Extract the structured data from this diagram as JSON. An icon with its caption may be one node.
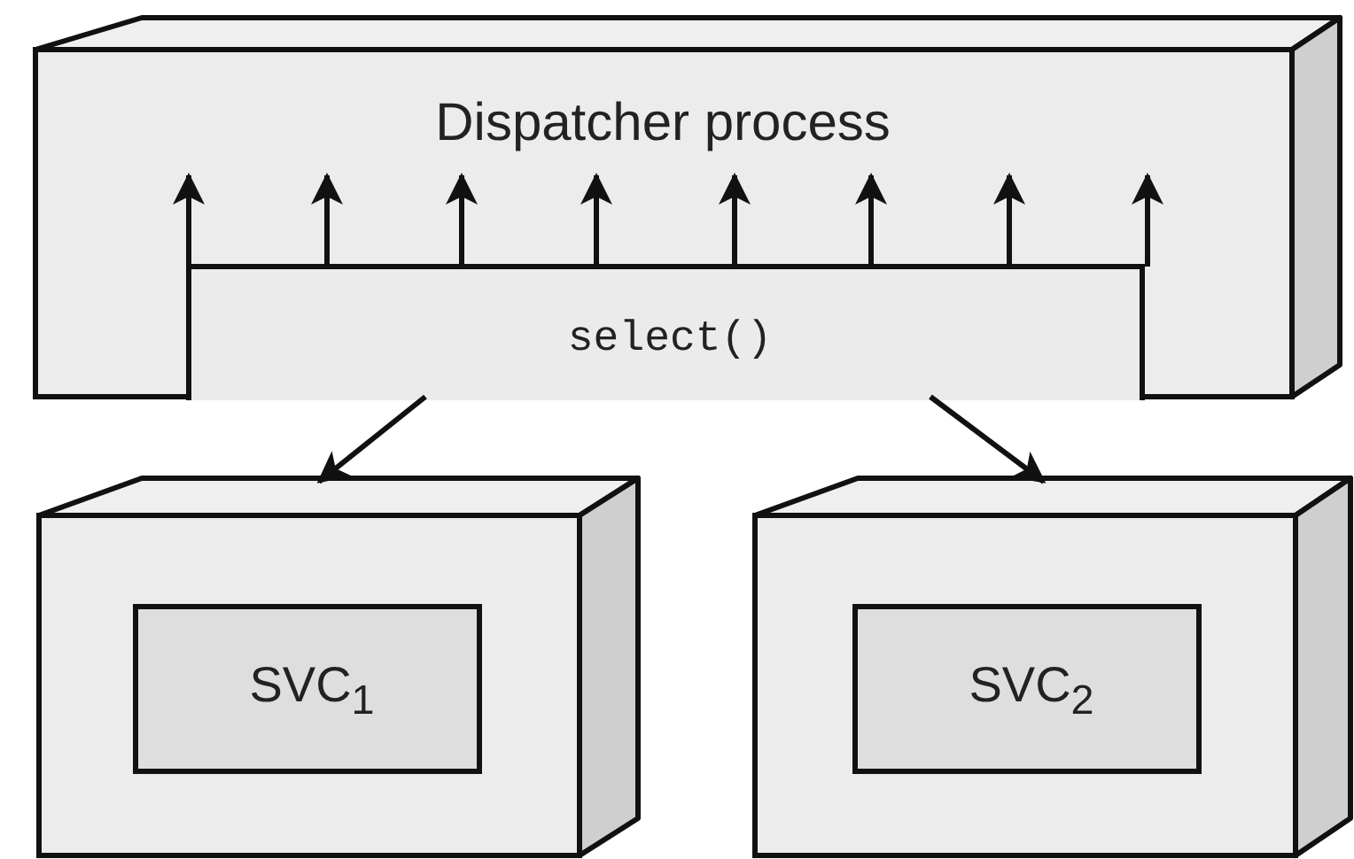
{
  "diagram": {
    "nodes": [
      {
        "text": [
          "Dispatcher process"
        ]
      },
      {
        "text": [
          "select()"
        ],
        "in": 0
      },
      {
        "text": [],
        "shape": "box"
      },
      {
        "text": [
          "SVC$_{1}$"
        ],
        "in": 2
      },
      {
        "text": [],
        "shape": "box"
      },
      {
        "text": [
          "SVC$_{2}$"
        ],
        "in": 4
      }
    ],
    "edges": [
      {
        "from": 0,
        "to": 2,
        "arrow": "to"
      },
      {
        "from": 0,
        "to": 4,
        "arrow": "to"
      },
      {
        "from": 1,
        "to": null,
        "arrow": "to"
      },
      {
        "from": 1,
        "to": null,
        "arrow": "to"
      },
      {
        "from": 1,
        "to": null,
        "arrow": "to"
      },
      {
        "from": 1,
        "to": null,
        "arrow": "to"
      },
      {
        "from": 1,
        "to": null,
        "arrow": "to"
      },
      {
        "from": 1,
        "to": null,
        "arrow": "to"
      },
      {
        "from": 1,
        "to": null,
        "arrow": "to"
      },
      {
        "from": 1,
        "to": null,
        "arrow": "to"
      }
    ]
  }
}
